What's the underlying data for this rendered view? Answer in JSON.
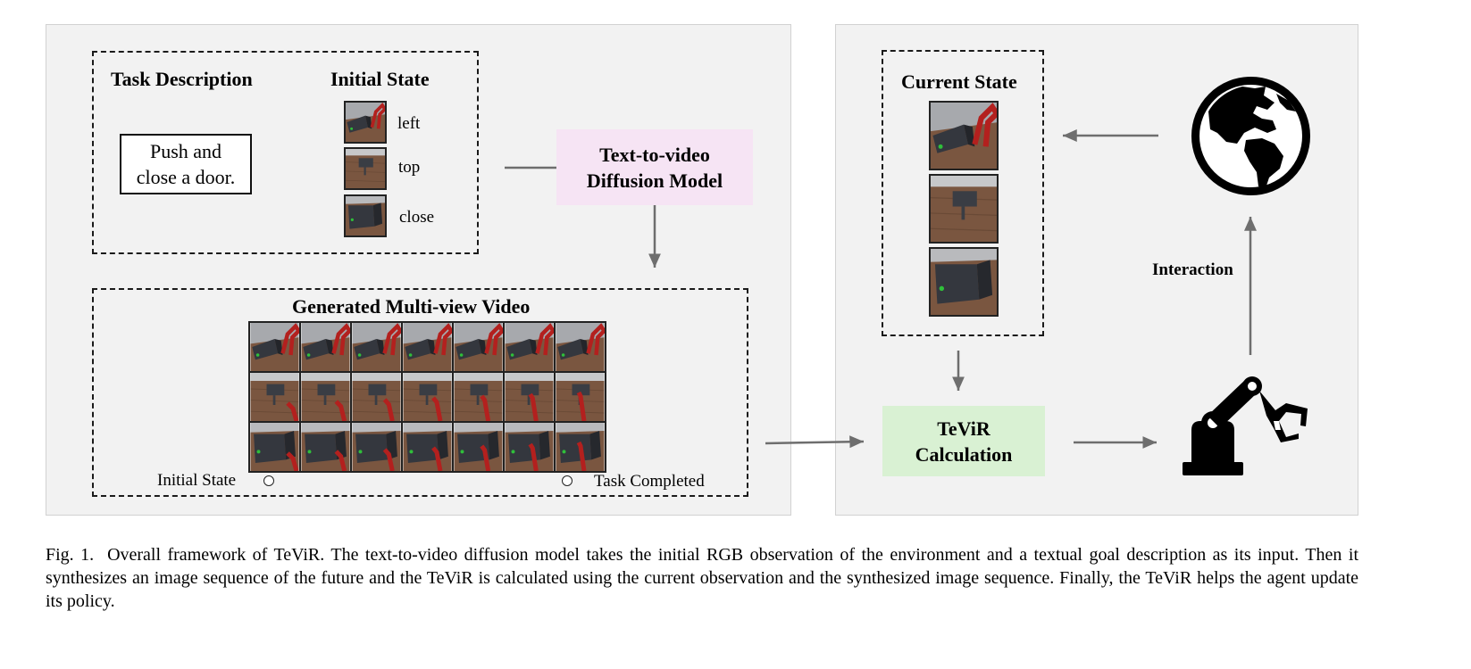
{
  "left_panel": {
    "task_description": {
      "heading": "Task Description",
      "line1": "Push and",
      "line2": "close a door."
    },
    "initial_state": {
      "heading": "Initial State",
      "views": [
        "left",
        "top",
        "close"
      ]
    },
    "model": {
      "line1": "Text-to-video",
      "line2": "Diffusion Model"
    },
    "generated": {
      "heading": "Generated Multi-view Video",
      "start_label": "Initial State",
      "end_label": "Task Completed",
      "frames_per_row": 7,
      "rows": [
        "left",
        "top",
        "close"
      ]
    }
  },
  "right_panel": {
    "current_state_heading": "Current State",
    "interaction_label": "Interaction",
    "calc": {
      "line1": "TeViR",
      "line2": "Calculation"
    },
    "icons": [
      "globe-icon",
      "robot-arm-icon"
    ]
  },
  "caption": {
    "label": "Fig. 1.",
    "text": "Overall framework of TeViR. The text-to-video diffusion model takes the initial RGB observation of the environment and a textual goal description as its input. Then it synthesizes an image sequence of the future and the TeViR is calculated using the current observation and the synthesized image sequence. Finally, the TeViR helps the agent update its policy."
  },
  "colors": {
    "panel_bg": "#f2f2f2",
    "model_box": "#f6e4f4",
    "calc_box": "#d9f1d3",
    "arrow": "#6e6e6e",
    "robot_red": "#b3201e",
    "table_wood": "#7a5640",
    "door_gray": "#3a3d44"
  }
}
